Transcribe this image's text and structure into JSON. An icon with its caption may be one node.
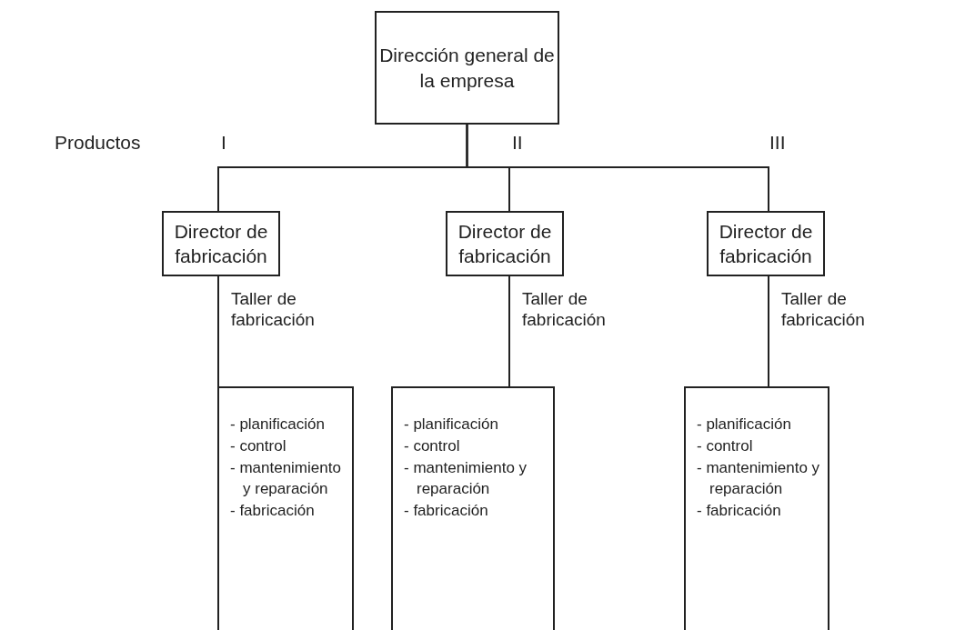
{
  "diagram": {
    "nodes": [
      {
        "text": [
          "Dirección general de la empresa"
        ]
      },
      {
        "text": [
          "Director de fabricación"
        ]
      },
      {
        "text": [
          "Director de fabricación"
        ]
      },
      {
        "text": [
          "Director de fabricación"
        ]
      },
      {
        "text": [
          "- planificación",
          "- control",
          "- mantenimiento y reparación",
          "- fabricación"
        ]
      },
      {
        "text": [
          "- planificación",
          "- control",
          "- mantenimiento y reparación",
          "- fabricación"
        ]
      },
      {
        "text": [
          "- planificación",
          "- control",
          "- mantenimiento y reparación",
          "- fabricación"
        ]
      }
    ],
    "edges": [
      {
        "from": 0,
        "to": 1,
        "arrow": "none"
      },
      {
        "from": 0,
        "to": 2,
        "arrow": "none"
      },
      {
        "from": 0,
        "to": 3,
        "arrow": "none"
      },
      {
        "from": 1,
        "to": 4,
        "arrow": "none",
        "label": "Taller de fabricación"
      },
      {
        "from": 2,
        "to": 5,
        "arrow": "none",
        "label": "Taller de fabricación"
      },
      {
        "from": 3,
        "to": 6,
        "arrow": "none",
        "label": "Taller de fabricación"
      }
    ],
    "labels": [
      "Productos",
      "I",
      "II",
      "III"
    ]
  }
}
